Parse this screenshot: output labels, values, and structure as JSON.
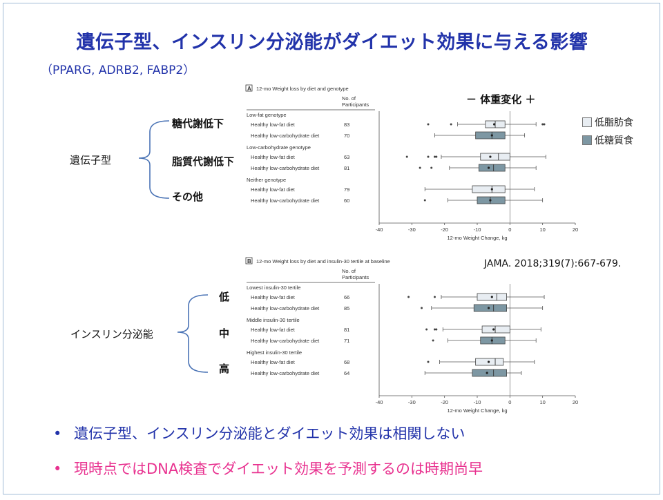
{
  "slide": {
    "title": "遺伝子型、インスリン分泌能がダイエット効果に与える影響",
    "subtitle": "（PPARG, ADRB2, FABP2）",
    "scale_label": "－ 体重変化 ＋",
    "citation": "JAMA. 2018;319(7):667-679.",
    "legend": [
      {
        "label": "低脂肪食",
        "color": "#e8edf2"
      },
      {
        "label": "低糖質食",
        "color": "#7d97a3"
      }
    ],
    "genotype_group": {
      "label": "遺伝子型",
      "items": [
        "糖代謝低下",
        "脂質代謝低下",
        "その他"
      ]
    },
    "insulin_group": {
      "label": "インスリン分泌能",
      "items": [
        "低",
        "中",
        "高"
      ]
    },
    "bullets": [
      {
        "text": "遺伝子型、インスリン分泌能とダイエット効果は相関しない",
        "color": "#2233aa"
      },
      {
        "text": "現時点ではDNA検査でダイエット効果を予測するのは時期尚早",
        "color": "#e8318f"
      }
    ]
  },
  "chart_data": [
    {
      "type": "box",
      "panel_letter": "A",
      "title": "12-mo Weight loss by diet and genotype",
      "count_header": [
        "No. of",
        "Participants"
      ],
      "xlabel": "12-mo Weight Change, kg",
      "xlim": [
        -40,
        20
      ],
      "xticks": [
        -40,
        -30,
        -20,
        -10,
        0,
        10,
        20
      ],
      "reference_line": 0,
      "groups": [
        {
          "name": "Low-fat genotype",
          "rows": [
            {
              "label": "Healthy low-fat diet",
              "n": "83",
              "diet": "low-fat",
              "whisker": [
                -16,
                8
              ],
              "box": [
                -7.5,
                -1.5
              ],
              "median": -4.5,
              "mean": -4.8,
              "outliers": [
                -25,
                -18,
                10,
                10.5
              ]
            },
            {
              "label": "Healthy low-carbohydrate diet",
              "n": "70",
              "diet": "low-carb",
              "whisker": [
                -23,
                4.5
              ],
              "box": [
                -10.5,
                -1.5
              ],
              "median": -5.5,
              "mean": -5.5,
              "outliers": []
            }
          ]
        },
        {
          "name": "Low-carbohydrate genotype",
          "rows": [
            {
              "label": "Healthy low-fat diet",
              "n": "63",
              "diet": "low-fat",
              "whisker": [
                -21,
                11
              ],
              "box": [
                -9,
                0
              ],
              "median": -3.5,
              "mean": -6,
              "outliers": [
                -31.5,
                -25,
                -23,
                -22.5
              ]
            },
            {
              "label": "Healthy low-carbohydrate diet",
              "n": "81",
              "diet": "low-carb",
              "whisker": [
                -18.5,
                8
              ],
              "box": [
                -9.5,
                -1.5
              ],
              "median": -5,
              "mean": -6.5,
              "outliers": [
                -27.5,
                -24
              ]
            }
          ]
        },
        {
          "name": "Neither genotype",
          "rows": [
            {
              "label": "Healthy low-fat diet",
              "n": "79",
              "diet": "low-fat",
              "whisker": [
                -26,
                7.5
              ],
              "box": [
                -11.5,
                -1.5
              ],
              "median": -5.5,
              "mean": -5.5,
              "outliers": []
            },
            {
              "label": "Healthy low-carbohydrate diet",
              "n": "60",
              "diet": "low-carb",
              "whisker": [
                -19,
                10
              ],
              "box": [
                -10,
                -1.5
              ],
              "median": -6,
              "mean": -6,
              "outliers": [
                -26
              ]
            }
          ]
        }
      ]
    },
    {
      "type": "box",
      "panel_letter": "B",
      "title": "12-mo Weight loss by diet and insulin-30 tertile at baseline",
      "count_header": [
        "No. of",
        "Participants"
      ],
      "xlabel": "12-mo Weight Change, kg",
      "xlim": [
        -40,
        20
      ],
      "xticks": [
        -40,
        -30,
        -20,
        -10,
        0,
        10,
        20
      ],
      "reference_line": 0,
      "groups": [
        {
          "name": "Lowest insulin-30 tertile",
          "rows": [
            {
              "label": "Healthy low-fat diet",
              "n": "66",
              "diet": "low-fat",
              "whisker": [
                -21,
                10.5
              ],
              "box": [
                -10,
                -1
              ],
              "median": -4,
              "mean": -5.5,
              "outliers": [
                -31,
                -23
              ]
            },
            {
              "label": "Healthy low-carbohydrate diet",
              "n": "85",
              "diet": "low-carb",
              "whisker": [
                -24,
                10
              ],
              "box": [
                -11,
                -1
              ],
              "median": -5,
              "mean": -6.5,
              "outliers": [
                -27
              ]
            }
          ]
        },
        {
          "name": "Middle insulin-30 tertile",
          "rows": [
            {
              "label": "Healthy low-fat diet",
              "n": "81",
              "diet": "low-fat",
              "whisker": [
                -20.5,
                9.5
              ],
              "box": [
                -8.5,
                0
              ],
              "median": -4.5,
              "mean": -5,
              "outliers": [
                -25.5,
                -23,
                -22.5
              ]
            },
            {
              "label": "Healthy low-carbohydrate diet",
              "n": "71",
              "diet": "low-carb",
              "whisker": [
                -19,
                8
              ],
              "box": [
                -9,
                -1.5
              ],
              "median": -5.5,
              "mean": -5.5,
              "outliers": [
                -23.5
              ]
            }
          ]
        },
        {
          "name": "Highest insulin-30 tertile",
          "rows": [
            {
              "label": "Healthy low-fat diet",
              "n": "68",
              "diet": "low-fat",
              "whisker": [
                -21.5,
                7.5
              ],
              "box": [
                -10.5,
                -2
              ],
              "median": -4.5,
              "mean": -6.5,
              "outliers": [
                -25
              ]
            },
            {
              "label": "Healthy low-carbohydrate diet",
              "n": "64",
              "diet": "low-carb",
              "whisker": [
                -26,
                3.5
              ],
              "box": [
                -11.5,
                -1
              ],
              "median": -5,
              "mean": -7,
              "outliers": []
            }
          ]
        }
      ]
    }
  ]
}
